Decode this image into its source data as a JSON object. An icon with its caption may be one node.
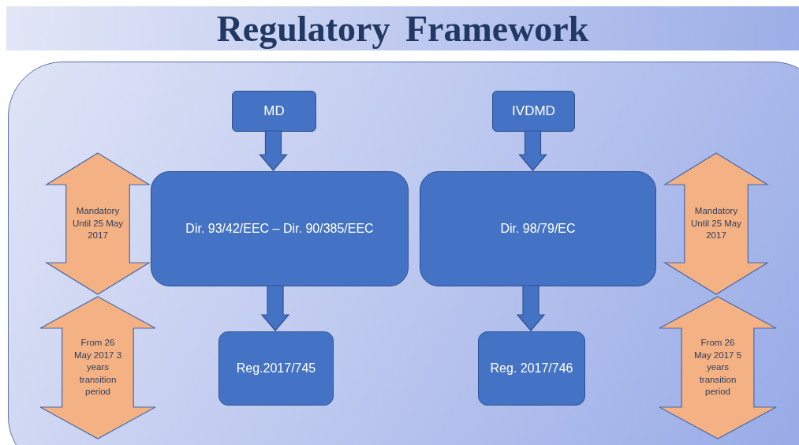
{
  "diagram": {
    "title": "Regulatory Framework",
    "nodes": [
      {
        "text": [],
        "shape": "box"
      },
      {
        "text": [
          "MD"
        ],
        "in": 0
      },
      {
        "text": [
          "IVDMD"
        ],
        "in": 0
      },
      {
        "text": [
          "Mandatory Until 25 May 2017"
        ],
        "in": 0
      },
      {
        "text": [
          "Dir. 93/42/EEC – Dir. 90/385/EEC"
        ],
        "in": 0
      },
      {
        "text": [
          "Dir. 98/79/EC"
        ],
        "in": 0
      },
      {
        "text": [
          "Mandatory Until 25 May 2017"
        ],
        "in": 0
      },
      {
        "text": [
          "From 26 May 2017 3 years transition period"
        ],
        "in": 0
      },
      {
        "text": [
          "Reg.2017/745"
        ],
        "in": 0
      },
      {
        "text": [
          "Reg. 2017/746"
        ],
        "in": 0
      },
      {
        "text": [
          "From 26 May 2017 5 years transition period"
        ],
        "in": 0
      }
    ],
    "edges": [
      {
        "from": 1,
        "to": 4,
        "arrow": "to",
        "style": "thick"
      },
      {
        "from": 2,
        "to": 5,
        "arrow": "to",
        "style": "thick"
      },
      {
        "from": 4,
        "to": 8,
        "arrow": "to",
        "style": "thick"
      },
      {
        "from": 5,
        "to": 9,
        "arrow": "to",
        "style": "thick"
      }
    ]
  }
}
